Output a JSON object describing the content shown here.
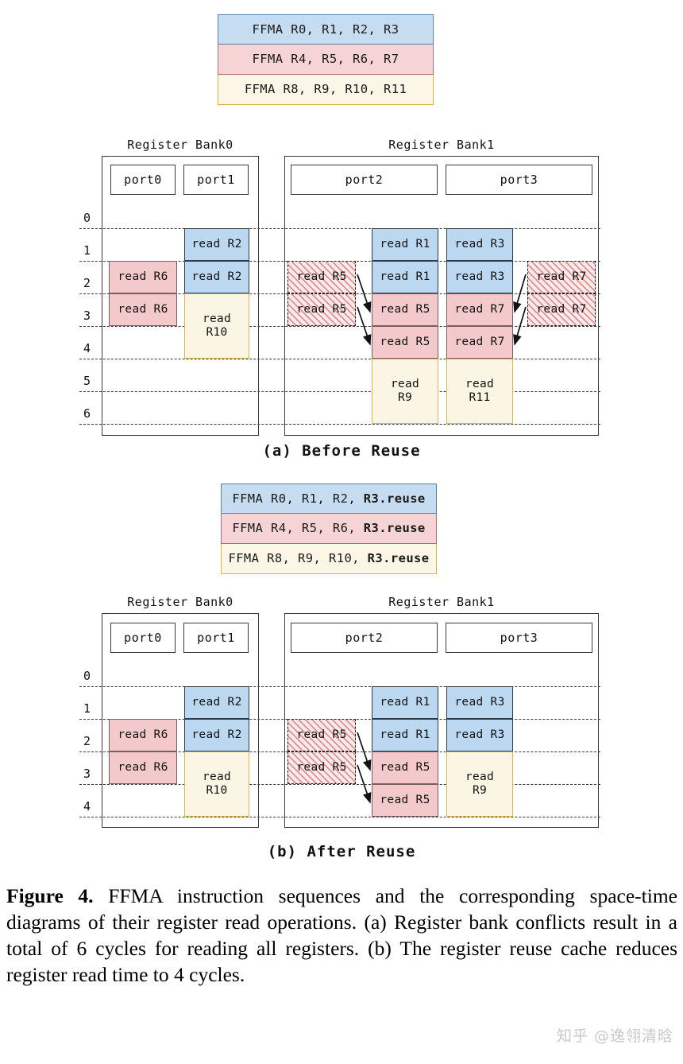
{
  "figure": {
    "caption_label": "Figure 4.",
    "caption_text": " FFMA instruction sequences and the corresponding space-time diagrams of their register read operations. (a) Register bank conflicts result in a total of 6 cycles for reading all registers. (b) The register reuse cache reduces register read time to 4 cycles.",
    "watermark": "知乎 @逸翎清晗"
  },
  "colors": {
    "blue_fill": "#bcd8f0",
    "red_fill": "#f3c9cb",
    "yellow_fill": "#fbf5e4",
    "hatch_stripe": "#c84646",
    "frame": "#3a3a3a"
  },
  "panel_a": {
    "sub_caption": "(a) Before Reuse",
    "instructions": [
      {
        "text": "FFMA R0, R1, R2, R3",
        "color": "blue"
      },
      {
        "text": "FFMA R4, R5, R6, R7",
        "color": "red"
      },
      {
        "text": "FFMA R8, R9, R10, R11",
        "color": "yellow"
      }
    ],
    "bank0": {
      "title": "Register Bank0",
      "ports": [
        "port0",
        "port1"
      ]
    },
    "bank1": {
      "title": "Register Bank1",
      "ports": [
        "port2",
        "port3"
      ]
    },
    "cycles": [
      "0",
      "1",
      "2",
      "3",
      "4",
      "5",
      "6"
    ],
    "cells": [
      {
        "port": "port1",
        "cycle_start": 1,
        "cycle_span": 2,
        "label": "read R2",
        "color": "blue",
        "hatched": false
      },
      {
        "port": "port0",
        "cycle_start": 2,
        "cycle_span": 2,
        "label": "read R6",
        "color": "red",
        "hatched": false
      },
      {
        "port": "port1",
        "cycle_start": 3,
        "cycle_span": 2,
        "label": "read\nR10",
        "color": "yellow",
        "hatched": false
      },
      {
        "port": "port2",
        "cycle_start": 1,
        "cycle_span": 2,
        "label": "read R1",
        "color": "blue",
        "hatched": false
      },
      {
        "port": "port3",
        "cycle_start": 1,
        "cycle_span": 2,
        "label": "read R3",
        "color": "blue",
        "hatched": false
      },
      {
        "port": "port2",
        "cycle_start": 3,
        "cycle_span": 2,
        "label": "read R5",
        "color": "red",
        "hatched": false
      },
      {
        "port": "port3",
        "cycle_start": 3,
        "cycle_span": 2,
        "label": "read R7",
        "color": "red",
        "hatched": false
      },
      {
        "port": "port2",
        "cycle_start": 5,
        "cycle_span": 2,
        "label": "read\nR9",
        "color": "yellow",
        "hatched": false
      },
      {
        "port": "port3",
        "cycle_start": 5,
        "cycle_span": 2,
        "label": "read\nR11",
        "color": "yellow",
        "hatched": false
      }
    ],
    "stalled_cells": [
      {
        "side": "left",
        "cycle": 2,
        "label": "read R5"
      },
      {
        "side": "left",
        "cycle": 3,
        "label": "read R5"
      },
      {
        "side": "right",
        "cycle": 2,
        "label": "read R7"
      },
      {
        "side": "right",
        "cycle": 3,
        "label": "read R7"
      }
    ],
    "arrow_count": 4
  },
  "panel_b": {
    "sub_caption": "(b) After Reuse",
    "instructions": [
      {
        "text": "FFMA R0, R1, R2, ",
        "bold": "R3.reuse",
        "color": "blue"
      },
      {
        "text": "FFMA R4, R5, R6, ",
        "bold": "R3.reuse",
        "color": "red"
      },
      {
        "text": "FFMA R8, R9, R10, ",
        "bold": "R3.reuse",
        "color": "yellow"
      }
    ],
    "bank0": {
      "title": "Register Bank0",
      "ports": [
        "port0",
        "port1"
      ]
    },
    "bank1": {
      "title": "Register Bank1",
      "ports": [
        "port2",
        "port3"
      ]
    },
    "cycles": [
      "0",
      "1",
      "2",
      "3",
      "4"
    ],
    "cells": [
      {
        "port": "port1",
        "cycle_start": 1,
        "cycle_span": 2,
        "label": "read R2",
        "color": "blue",
        "hatched": false
      },
      {
        "port": "port0",
        "cycle_start": 2,
        "cycle_span": 2,
        "label": "read R6",
        "color": "red",
        "hatched": false
      },
      {
        "port": "port1",
        "cycle_start": 3,
        "cycle_span": 2,
        "label": "read\nR10",
        "color": "yellow",
        "hatched": false
      },
      {
        "port": "port2",
        "cycle_start": 1,
        "cycle_span": 2,
        "label": "read R1",
        "color": "blue",
        "hatched": false
      },
      {
        "port": "port3",
        "cycle_start": 1,
        "cycle_span": 2,
        "label": "read R3",
        "color": "blue",
        "hatched": false
      },
      {
        "port": "port2",
        "cycle_start": 3,
        "cycle_span": 2,
        "label": "read R5",
        "color": "red",
        "hatched": false
      },
      {
        "port": "port3",
        "cycle_start": 3,
        "cycle_span": 2,
        "label": "read\nR9",
        "color": "yellow",
        "hatched": false
      }
    ],
    "stalled_cells": [
      {
        "side": "left",
        "cycle": 2,
        "label": "read R5"
      },
      {
        "side": "left",
        "cycle": 3,
        "label": "read R5"
      }
    ],
    "arrow_count": 2
  }
}
